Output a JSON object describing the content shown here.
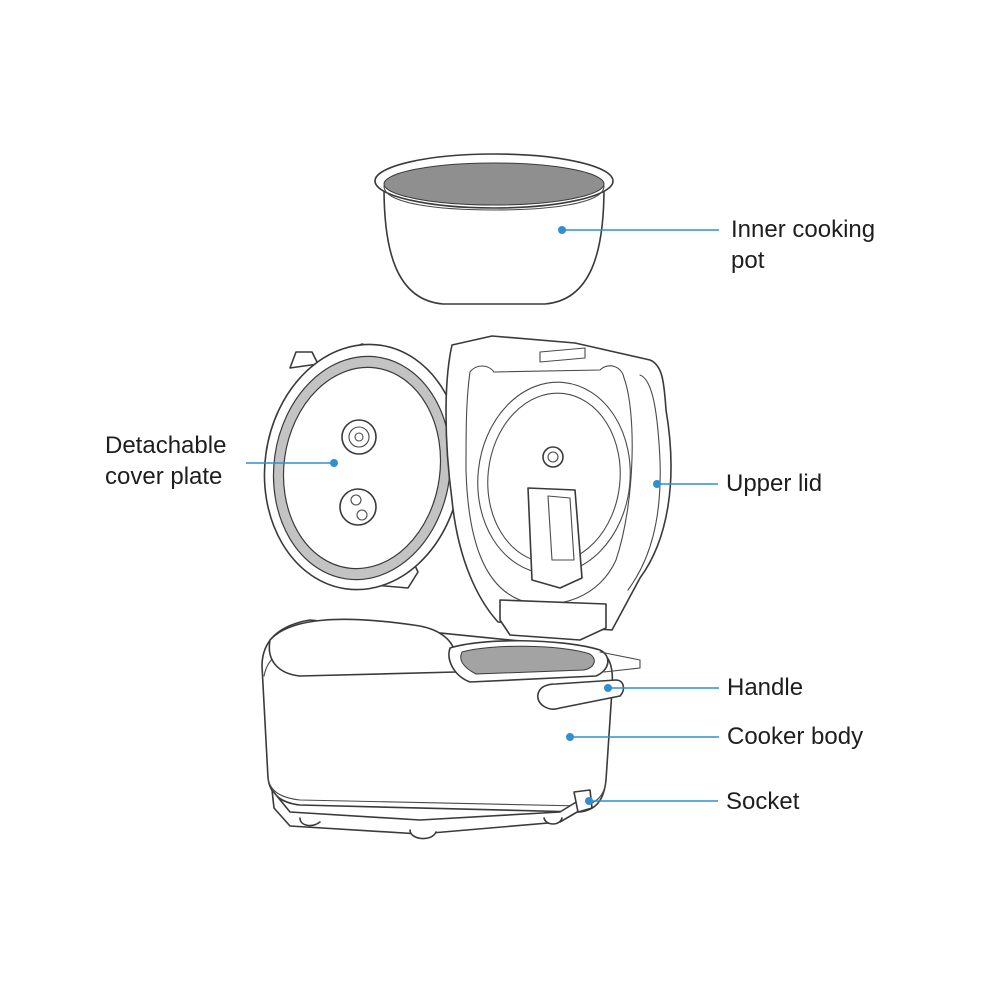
{
  "colors": {
    "accent": "#2f8fd0",
    "outline": "#3a3a3a",
    "label_text": "#1e1e1e"
  },
  "parts": [
    {
      "id": "inner_pot",
      "lines": [
        "Inner cooking",
        "pot"
      ]
    },
    {
      "id": "cover_plate",
      "lines": [
        "Detachable",
        "cover plate"
      ]
    },
    {
      "id": "upper_lid",
      "lines": [
        "Upper lid"
      ]
    },
    {
      "id": "handle",
      "lines": [
        "Handle"
      ]
    },
    {
      "id": "cooker_body",
      "lines": [
        "Cooker body"
      ]
    },
    {
      "id": "socket",
      "lines": [
        "Socket"
      ]
    }
  ]
}
